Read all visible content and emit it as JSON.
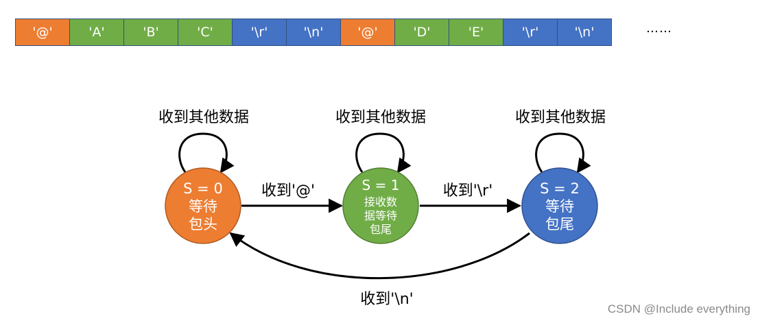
{
  "colors": {
    "orange": "#ed7d31",
    "green": "#70ad47",
    "blue": "#4472c4"
  },
  "stream": {
    "cells": [
      {
        "text": "'@'",
        "color": "orange"
      },
      {
        "text": "'A'",
        "color": "green"
      },
      {
        "text": "'B'",
        "color": "green"
      },
      {
        "text": "'C'",
        "color": "green"
      },
      {
        "text": "'\\r'",
        "color": "blue"
      },
      {
        "text": "'\\n'",
        "color": "blue"
      },
      {
        "text": "'@'",
        "color": "orange"
      },
      {
        "text": "'D'",
        "color": "green"
      },
      {
        "text": "'E'",
        "color": "green"
      },
      {
        "text": "'\\r'",
        "color": "blue"
      },
      {
        "text": "'\\n'",
        "color": "blue"
      }
    ],
    "ellipsis": "……"
  },
  "states": [
    {
      "title": "S = 0",
      "lines": [
        "等待",
        "包头"
      ],
      "color": "orange",
      "self_loop_label": "收到其他数据"
    },
    {
      "title": "S = 1",
      "lines": [
        "接收数",
        "据等待",
        "包尾"
      ],
      "color": "green",
      "self_loop_label": "收到其他数据"
    },
    {
      "title": "S = 2",
      "lines": [
        "等待",
        "包尾"
      ],
      "color": "blue",
      "self_loop_label": "收到其他数据"
    }
  ],
  "transitions": [
    {
      "from": 0,
      "to": 1,
      "label": "收到'@'"
    },
    {
      "from": 1,
      "to": 2,
      "label": "收到'\\r'"
    },
    {
      "from": 2,
      "to": 0,
      "label": "收到'\\n'"
    }
  ],
  "watermark": "CSDN @Include everything"
}
